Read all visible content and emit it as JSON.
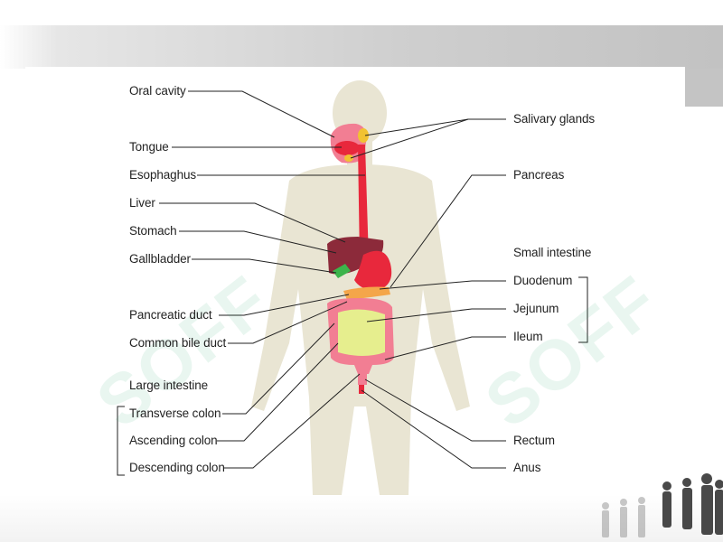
{
  "labels": {
    "oral_cavity": "Oral cavity",
    "tongue": "Tongue",
    "esophaghus": "Esophaghus",
    "liver": "Liver",
    "stomach": "Stomach",
    "gallbladder": "Gallbladder",
    "pancreatic_duct": "Pancreatic duct",
    "common_bile_duct": "Common bile duct",
    "large_intestine": "Large intestine",
    "transverse_colon": "Transverse colon",
    "ascending_colon": "Ascending colon",
    "descending_colon": "Descending colon",
    "salivary_glands": "Salivary glands",
    "pancreas": "Pancreas",
    "small_intestine": "Small intestine",
    "duodenum": "Duodenum",
    "jejunum": "Jejunum",
    "ileum": "Ileum",
    "rectum": "Rectum",
    "anus": "Anus"
  },
  "watermark": "SOFF",
  "colors": {
    "silhouette": "#e9e5d3",
    "organ_red": "#e8283c",
    "organ_pink": "#f27e93",
    "intestine_yellow": "#e6ee8e",
    "liver_dark": "#8c2a3a",
    "gallbladder_green": "#3cb44b",
    "gland_yellow": "#f1c232",
    "leader_line": "#222222",
    "watermark": "#28aa6e"
  }
}
